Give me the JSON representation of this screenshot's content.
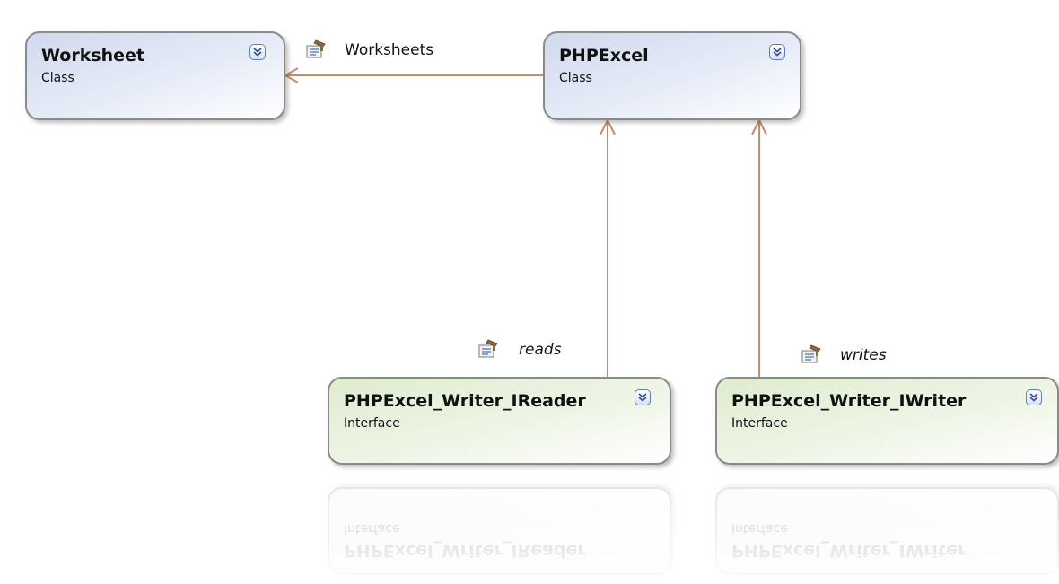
{
  "diagram": {
    "classes": [
      {
        "id": "worksheet",
        "name": "Worksheet",
        "kind": "Class"
      },
      {
        "id": "phpexcel",
        "name": "PHPExcel",
        "kind": "Class"
      }
    ],
    "interfaces": [
      {
        "id": "ireader",
        "name": "PHPExcel_Writer_IReader",
        "kind": "Interface"
      },
      {
        "id": "iwriter",
        "name": "PHPExcel_Writer_IWriter",
        "kind": "Interface"
      }
    ],
    "associations": [
      {
        "from": "phpexcel",
        "to": "worksheet",
        "label": "Worksheets"
      },
      {
        "from": "ireader",
        "to": "phpexcel",
        "label": "reads"
      },
      {
        "from": "iwriter",
        "to": "phpexcel",
        "label": "writes"
      }
    ]
  },
  "icons": {
    "expand": "chevron-double-down-icon",
    "association": "property-icon"
  },
  "colors": {
    "connector": "#c98a6a",
    "class_fill": "#d0d9ee",
    "interface_fill": "#dfeccf",
    "border": "#8a8a8a"
  }
}
